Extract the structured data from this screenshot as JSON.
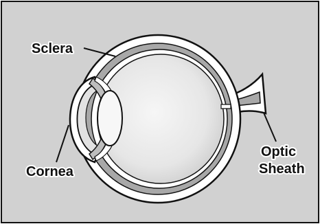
{
  "labels": {
    "sclera": "Sclera",
    "cornea": "Cornea",
    "optic_line1": "Optic",
    "optic_line2": "Sheath"
  },
  "colors": {
    "background": "#d1d1d1",
    "outline": "#111111",
    "sclera": "#ffffff",
    "choroid": "#a8a8a8",
    "eye_interior": "#e6e6e6",
    "lens": "#f7f7f7"
  }
}
